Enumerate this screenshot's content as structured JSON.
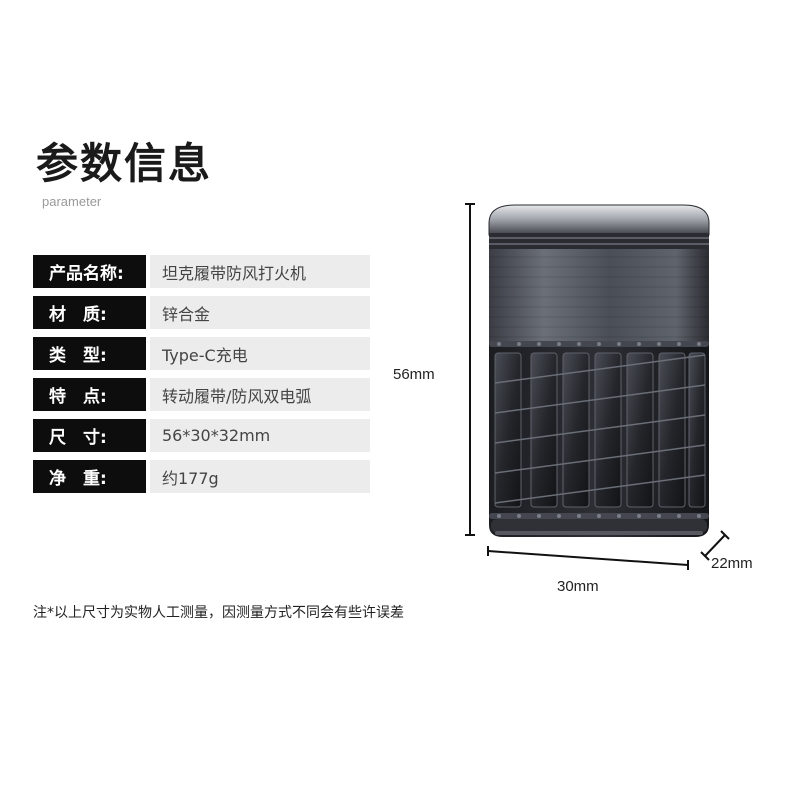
{
  "header": {
    "title": "参数信息",
    "subtitle": "parameter"
  },
  "specs": [
    {
      "label": "产品名称:",
      "value": "坦克履带防风打火机"
    },
    {
      "label": "材　质:",
      "value": "锌合金"
    },
    {
      "label": "类　型:",
      "value": "Type-C充电"
    },
    {
      "label": "特　点:",
      "value": "转动履带/防风双电弧"
    },
    {
      "label": "尺　寸:",
      "value": "56*30*32mm"
    },
    {
      "label": "净　重:",
      "value": "约177g"
    }
  ],
  "note": "注*以上尺寸为实物人工测量，因测量方式不同会有些许误差",
  "dimensions": {
    "height": "56mm",
    "width": "30mm",
    "depth": "22mm"
  },
  "colors": {
    "label_bg": "#0d0d0d",
    "value_bg": "#ececec"
  }
}
